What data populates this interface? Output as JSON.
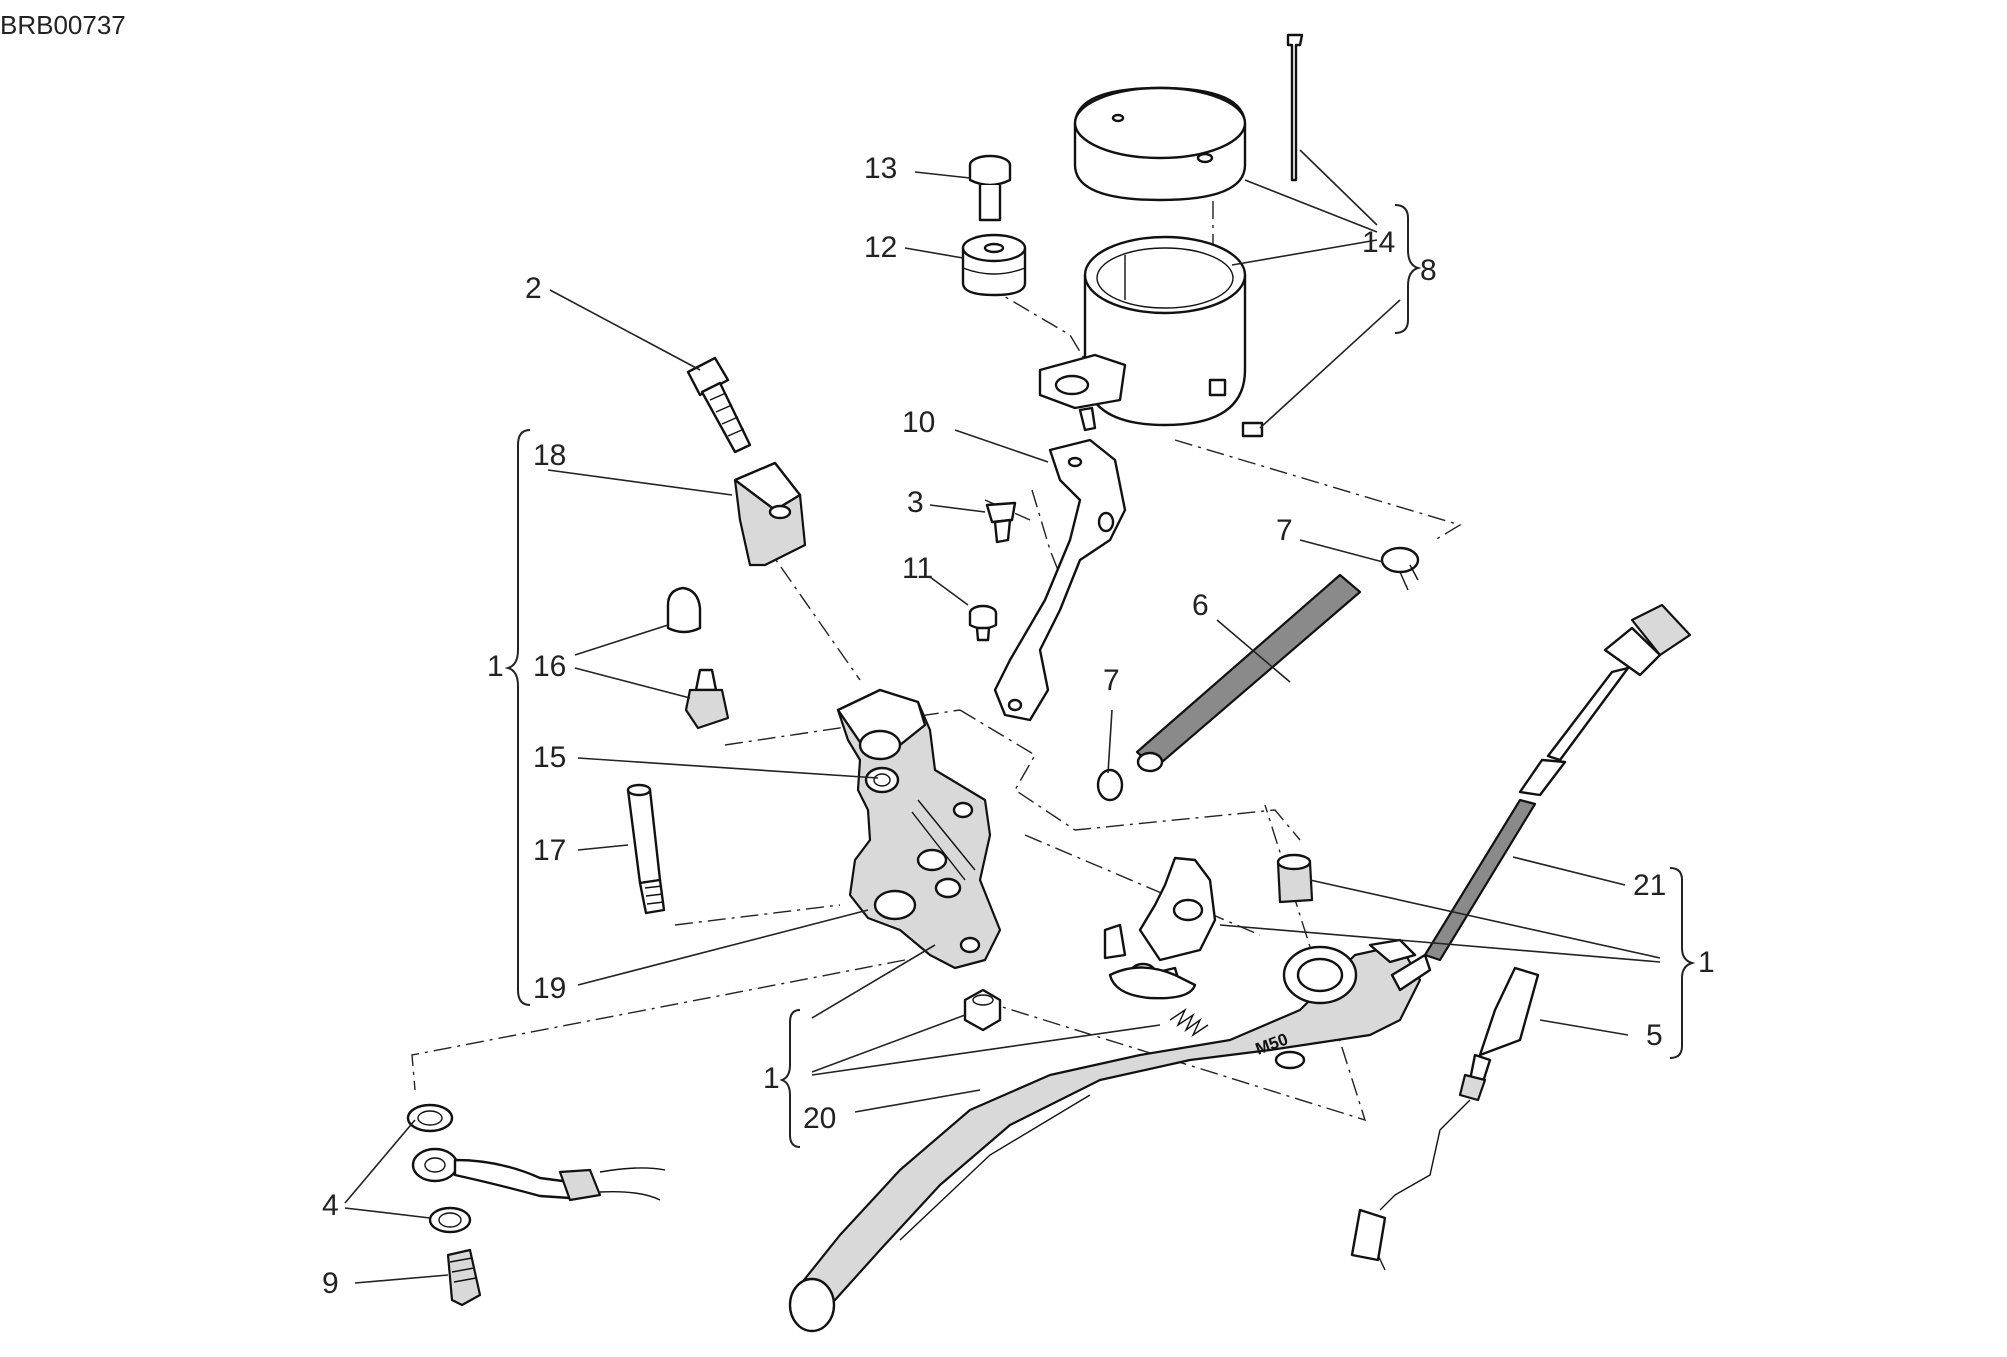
{
  "drawing_code": "BRB00737",
  "callouts": {
    "c1a": "1",
    "c1b": "1",
    "c1c": "1",
    "c2": "2",
    "c3": "3",
    "c4": "4",
    "c5": "5",
    "c6": "6",
    "c7a": "7",
    "c7b": "7",
    "c8": "8",
    "c9": "9",
    "c10": "10",
    "c11": "11",
    "c12": "12",
    "c13": "13",
    "c14": "14",
    "c15": "15",
    "c16": "16",
    "c17": "17",
    "c18": "18",
    "c19": "19",
    "c20": "20",
    "c21": "21"
  },
  "lever_marking": "M50"
}
